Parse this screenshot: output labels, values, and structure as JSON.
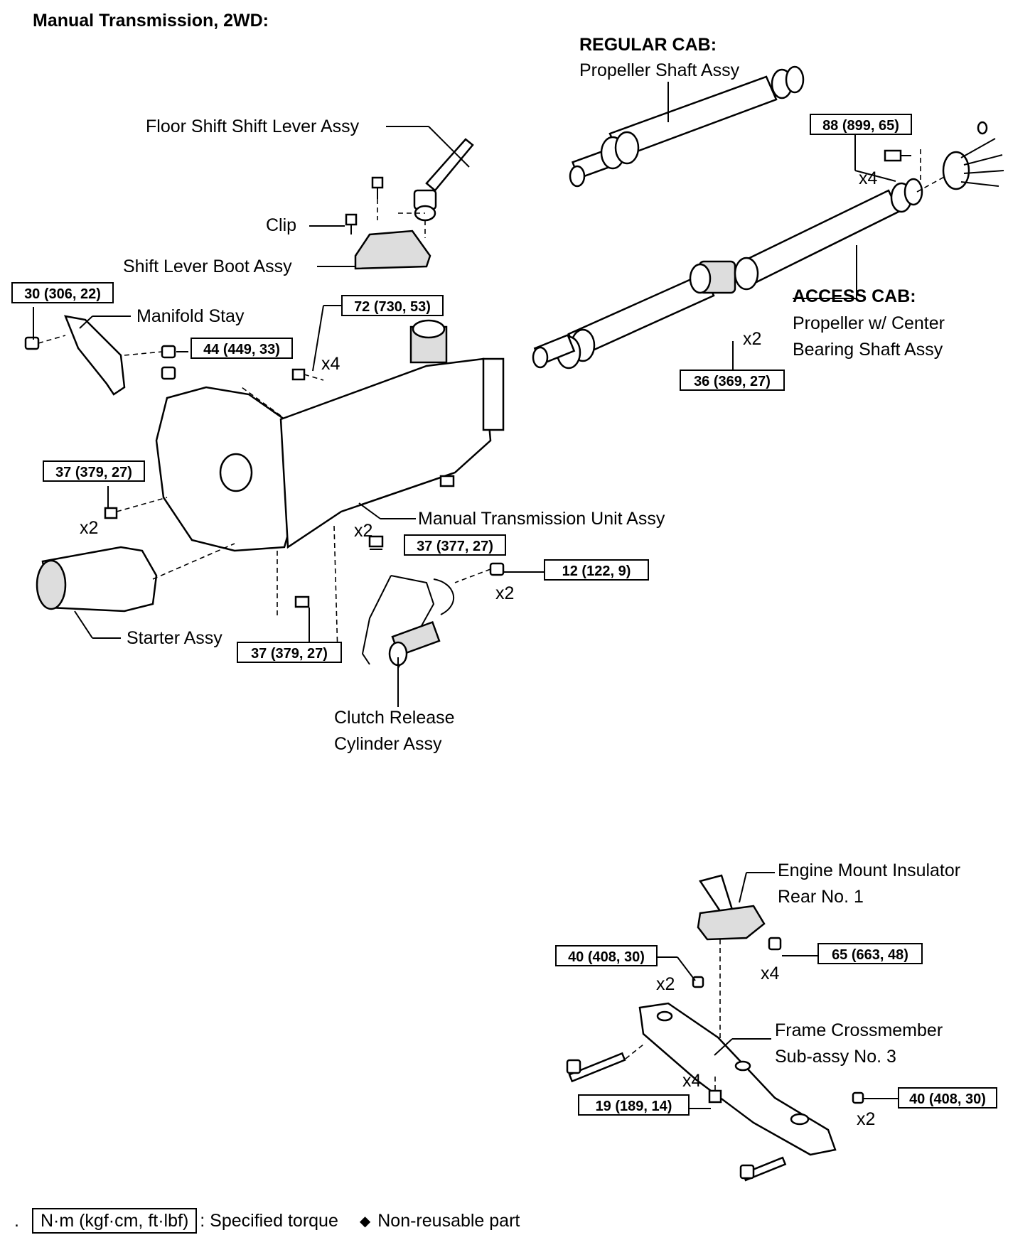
{
  "title": "Manual Transmission, 2WD:",
  "parts": {
    "regular_cab_heading": "REGULAR CAB:",
    "regular_cab_part": "Propeller Shaft Assy",
    "floor_shift": "Floor Shift Shift Lever Assy",
    "clip": "Clip",
    "shift_boot": "Shift Lever Boot Assy",
    "manifold_stay": "Manifold Stay",
    "access_cab_heading": "ACCESS CAB:",
    "access_cab_line1": "Propeller w/ Center",
    "access_cab_line2": "Bearing Shaft Assy",
    "transmission_unit": "Manual Transmission Unit Assy",
    "starter": "Starter Assy",
    "clutch_line1": "Clutch Release",
    "clutch_line2": "Cylinder Assy",
    "engine_mount_line1": "Engine Mount Insulator",
    "engine_mount_line2": "Rear No. 1",
    "crossmember_line1": "Frame Crossmember",
    "crossmember_line2": "Sub-assy No. 3"
  },
  "torques": {
    "t88": "88 (899, 65)",
    "t30": "30 (306, 22)",
    "t72": "72 (730, 53)",
    "t44": "44 (449, 33)",
    "t36": "36 (369, 27)",
    "t37a": "37 (379, 27)",
    "t37b": "37 (377, 27)",
    "t12": "12 (122, 9)",
    "t37c": "37 (379, 27)",
    "t40a": "40 (408, 30)",
    "t65": "65 (663, 48)",
    "t19": "19 (189, 14)",
    "t40b": "40 (408, 30)"
  },
  "quantities": {
    "q_prop_x4": "x4",
    "q_72_x4": "x4",
    "q_center_x2": "x2",
    "q_37a_x2": "x2",
    "q_trans_x2": "x2",
    "q_12_x2": "x2",
    "q_40a_x2": "x2",
    "q_65_x4": "x4",
    "q_19_x4": "x4",
    "q_40b_x2": "x2"
  },
  "legend": {
    "dot": ".",
    "unit_box": "N·m (kgf·cm, ft·lbf)",
    "unit_desc": ": Specified torque",
    "diamond": "◆",
    "nonreusable": "Non-reusable part"
  }
}
